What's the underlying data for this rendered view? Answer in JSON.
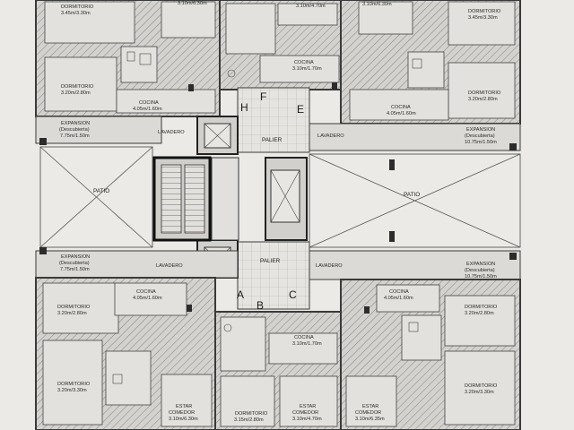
{
  "units": {
    "top_left": {
      "dormitorio_1": "DORMITORIO",
      "dormitorio_1_dims": "3.45m/3.30m",
      "dormitorio_2": "DORMITORIO",
      "dormitorio_2_dims": "3.20m/2.80m",
      "cocina": "COCINA",
      "cocina_dims": "4.05m/1.60m",
      "expansion": "EXPANSION",
      "expansion_note": "(Descubierta)",
      "expansion_dims": "7.75m/1.50m",
      "lavadero": "LAVADERO",
      "top_dims": "3.10m/6.30m"
    },
    "top_center": {
      "cocina": "COCINA",
      "cocina_dims": "3.10m/1.70m",
      "top_dims": "3.10m/4.70m"
    },
    "top_right": {
      "dormitorio_1": "DORMITORIO",
      "dormitorio_1_dims": "3.45m/3.30m",
      "dormitorio_2": "DORMITORIO",
      "dormitorio_2_dims": "3.20m/2.80m",
      "cocina": "COCINA",
      "cocina_dims": "4.05m/1.60m",
      "expansion": "EXPANSION",
      "expansion_note": "(Descubierta)",
      "expansion_dims": "10.75m/1.50m",
      "lavadero": "LAVADERO",
      "top_dims": "3.10m/6.30m"
    },
    "bottom_left": {
      "expansion": "EXPANSION",
      "expansion_note": "(Descubierta)",
      "expansion_dims": "7.75m/1.50m",
      "lavadero": "LAVADERO",
      "cocina": "COCINA",
      "cocina_dims": "4.05m/1.60m",
      "dormitorio_1": "DORMITORIO",
      "dormitorio_1_dims": "3.20m/2.80m",
      "dormitorio_2": "DORMITORIO",
      "dormitorio_2_dims": "3.20m/3.30m",
      "estar": "ESTAR",
      "comedor": "COMEDOR",
      "estar_dims": "3.10m/6.30m",
      "dormitorio_3": "DORMITORIO",
      "dormitorio_3_dims": "3.15m/2.80m"
    },
    "bottom_center": {
      "cocina": "COCINA",
      "cocina_dims": "3.10m/1.70m",
      "estar": "ESTAR",
      "comedor": "COMEDOR",
      "estar_dims": "3.10m/4.70m"
    },
    "bottom_right": {
      "expansion": "EXPANSION",
      "expansion_note": "(Descubierta)",
      "expansion_dims": "10.75m/1.50m",
      "lavadero": "LAVADERO",
      "cocina": "COCINA",
      "cocina_dims": "4.05m/1.60m",
      "dormitorio_1": "DORMITORIO",
      "dormitorio_1_dims": "3.20m/2.80m",
      "dormitorio_2": "DORMITORIO",
      "dormitorio_2_dims": "3.20m/3.30m",
      "estar": "ESTAR",
      "comedor": "COMEDOR",
      "estar_dims": "3.10m/6.35m"
    }
  },
  "core": {
    "palier_top": "PALIER",
    "palier_bottom": "PALIER",
    "patio_left": "PATIO",
    "patio_right": "PATIO"
  },
  "unit_letters": {
    "h": "H",
    "f": "F",
    "e": "E",
    "a": "A",
    "b": "B",
    "c": "C"
  },
  "colors": {
    "paper": "#eceae6",
    "wall": "#3a3a3a",
    "hatch": "#8a8a8a",
    "floor": "#d9d7d3",
    "tile": "#bdbab5"
  }
}
